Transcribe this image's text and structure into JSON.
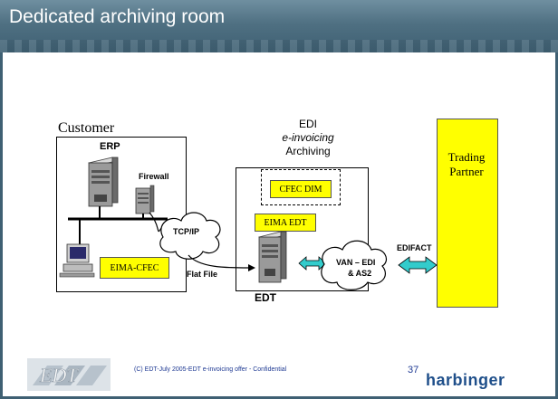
{
  "slide": {
    "title": "Dedicated archiving room"
  },
  "diagram": {
    "customer_label": "Customer",
    "erp_label": "ERP",
    "firewall_label": "Firewall",
    "tcpip_label": "TCP/IP",
    "eima_cfec_label": "EIMA-CFEC",
    "flat_file_label": "Flat File",
    "edi_archiving_label_line1": "EDI",
    "edi_archiving_label_line2": "e-invoicing",
    "edi_archiving_label_line3": "Archiving",
    "cfec_dim_label": "CFEC DIM",
    "eima_edt_label": "EIMA EDT",
    "edt_label": "EDT",
    "van_label_line1": "VAN – EDI",
    "van_label_line2": "& AS2",
    "edifact_label": "EDIFACT",
    "trading_partner_line1": "Trading",
    "trading_partner_line2": "Partner",
    "colors": {
      "accent_yellow": "#ffff00",
      "header_blue": "#4f7082",
      "arrow_teal": "#33cccc"
    }
  },
  "footer": {
    "copyright": "(C) EDT-July 2005-EDT e-invoicing offer - Confidential",
    "page_number": "37",
    "brand": "harbinger"
  }
}
